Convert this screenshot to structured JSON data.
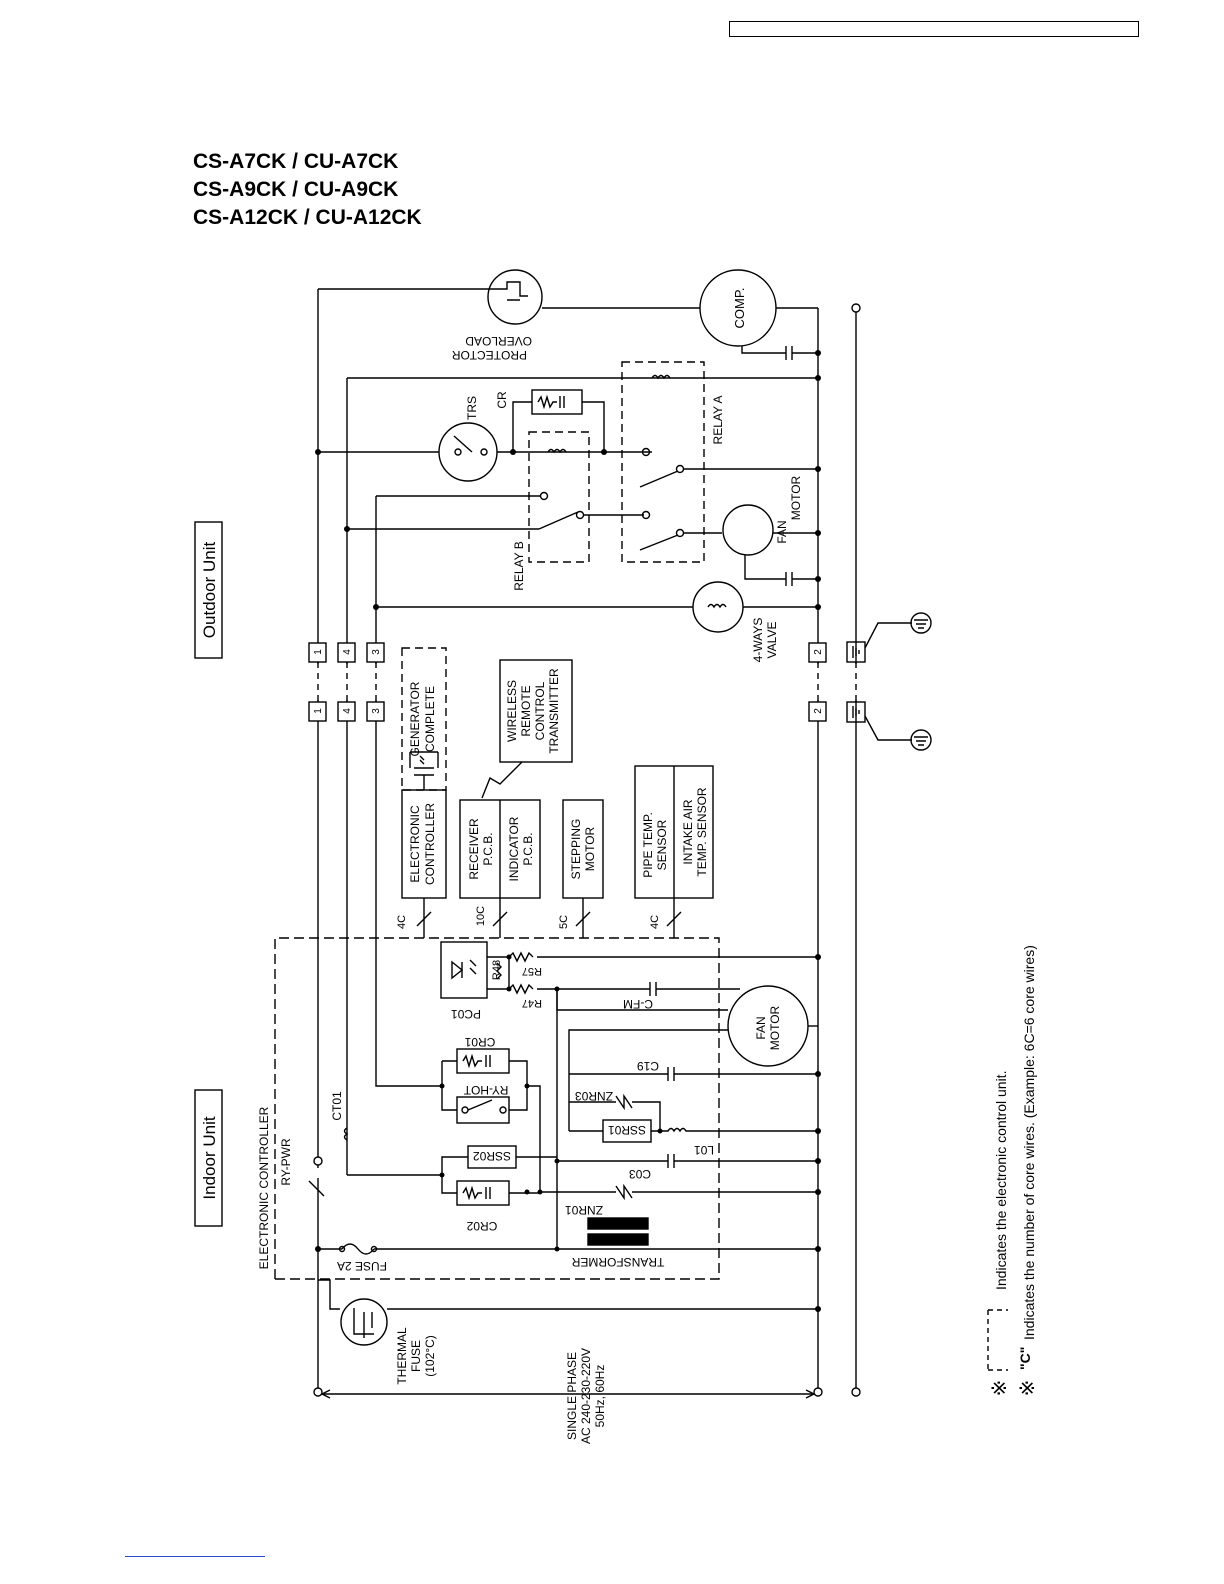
{
  "header": {
    "models": [
      "CS-A7CK / CU-A7CK",
      "CS-A9CK / CU-A9CK",
      "CS-A12CK / CU-A12CK"
    ]
  },
  "units": {
    "outdoor": "Outdoor Unit",
    "indoor": "Indoor Unit"
  },
  "outdoor": {
    "overload_protector": [
      "OVERLOAD",
      "PROTECTOR"
    ],
    "comp": "COMP.",
    "trs": "TRS",
    "cr": "CR",
    "relay_a": "RELAY A",
    "relay_b": "RELAY B",
    "fan_motor": [
      "FAN",
      "MOTOR"
    ],
    "four_ways_valve": [
      "4-WAYS",
      "VALVE"
    ]
  },
  "terminals": [
    "1",
    "4",
    "3",
    "2"
  ],
  "indoor": {
    "generator": [
      "GENERATOR",
      "COMPLETE"
    ],
    "wireless": [
      "WIRELESS",
      "REMOTE",
      "CONTROL",
      "TRANSMITTER"
    ],
    "electronic_controller_box": [
      "ELECTRONIC",
      "CONTROLLER"
    ],
    "receiver": [
      "RECEIVER",
      "P.C.B."
    ],
    "indicator": [
      "INDICATOR",
      "P.C.B."
    ],
    "stepping": [
      "STEPPING",
      "MOTOR"
    ],
    "pipe_sensor": [
      "PIPE TEMP.",
      "SENSOR"
    ],
    "intake_sensor": [
      "INTAKE AIR",
      "TEMP. SENSOR"
    ],
    "cores": [
      "4C",
      "10C",
      "5C",
      "4C"
    ],
    "electronic_controller_label": "ELECTRONIC CONTROLLER",
    "ry_pwr": "RY-PWR",
    "ct01": "CT01",
    "pc01": "PC01",
    "r48": "R48",
    "r57": "R57",
    "r47": "R47",
    "c_fm": "C-FM",
    "fan_motor": [
      "FAN",
      "MOTOR"
    ],
    "cr01": "CR01",
    "ry_hot": "RY-HOT",
    "c19": "C19",
    "znr03": "ZNR03",
    "ssr01": "SSR01",
    "l01": "L01",
    "ssr02": "SSR02",
    "c03": "C03",
    "znr01": "ZNR01",
    "cr02": "CR02",
    "fuse": "FUSE 2A",
    "transformer": "TRANSFORMER",
    "thermal_fuse": [
      "THERMAL",
      "FUSE",
      "(102°C)"
    ],
    "supply": [
      "SINGLE PHASE",
      "AC 240-230-220V",
      "50Hz, 60Hz"
    ]
  },
  "notes": {
    "mark": "※",
    "note1": "Indicates the electronic control unit.",
    "note2_c": "\"C\"",
    "note2": "Indicates the number of core wires. (Example: 6C=6 core wires)"
  }
}
